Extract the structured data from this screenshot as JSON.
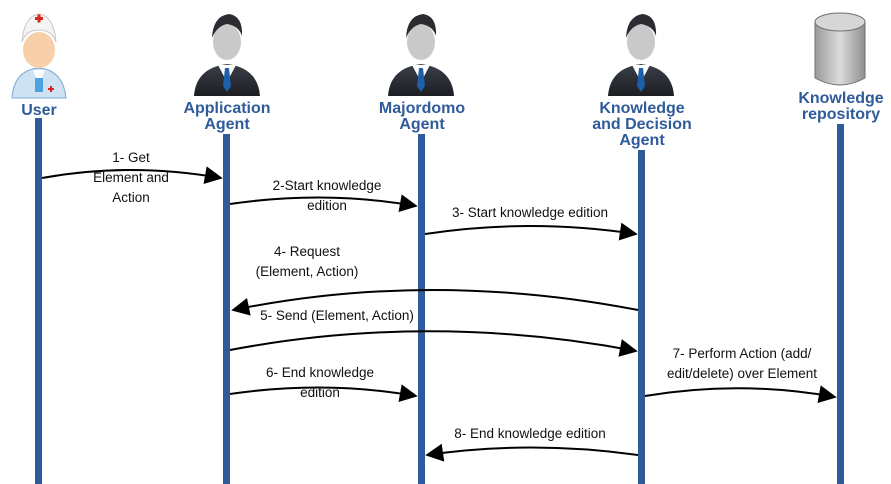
{
  "actors": [
    {
      "id": "user",
      "label_lines": [
        "User"
      ],
      "icon": "nurse-user-icon"
    },
    {
      "id": "application",
      "label_lines": [
        "Application",
        "Agent"
      ],
      "icon": "businessman-agent-icon"
    },
    {
      "id": "majordomo",
      "label_lines": [
        "Majordomo",
        "Agent"
      ],
      "icon": "businessman-agent-icon"
    },
    {
      "id": "knowledge_decision",
      "label_lines": [
        "Knowledge",
        "and Decision",
        "Agent"
      ],
      "icon": "businessman-agent-icon"
    },
    {
      "id": "repository",
      "label_lines": [
        "Knowledge",
        "repository"
      ],
      "icon": "database-cylinder-icon"
    }
  ],
  "messages": [
    {
      "from": "user",
      "to": "application",
      "label_lines": [
        "1- Get",
        "Element and",
        "Action"
      ]
    },
    {
      "from": "application",
      "to": "majordomo",
      "label_lines": [
        "2-Start knowledge",
        "edition"
      ]
    },
    {
      "from": "majordomo",
      "to": "knowledge_decision",
      "label_lines": [
        "3- Start knowledge edition"
      ]
    },
    {
      "from": "knowledge_decision",
      "to": "application",
      "label_lines": [
        "4- Request",
        "(Element, Action)"
      ]
    },
    {
      "from": "application",
      "to": "knowledge_decision",
      "label_lines": [
        "5- Send (Element, Action)"
      ]
    },
    {
      "from": "application",
      "to": "majordomo",
      "label_lines": [
        "6- End knowledge",
        "edition"
      ]
    },
    {
      "from": "knowledge_decision",
      "to": "repository",
      "label_lines": [
        "7- Perform Action (add/",
        "edit/delete) over Element"
      ]
    },
    {
      "from": "knowledge_decision",
      "to": "majordomo",
      "label_lines": [
        "8- End knowledge edition"
      ]
    }
  ],
  "colors": {
    "lifeline": "#2f5b9a",
    "label": "#2f5b9a",
    "arrow": "#000000"
  }
}
